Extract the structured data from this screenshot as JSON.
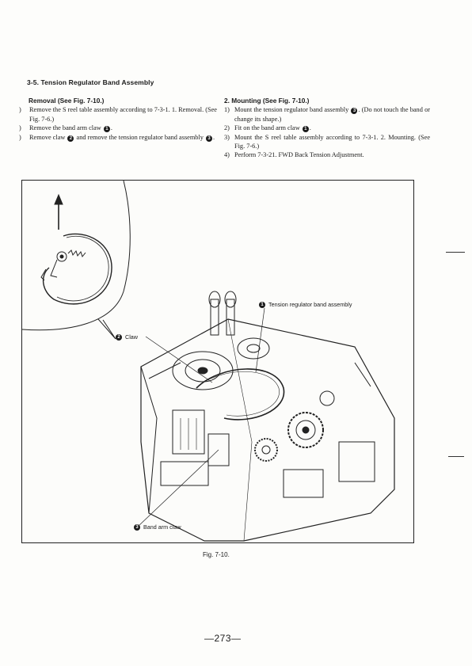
{
  "section": {
    "title": "3-5.  Tension Regulator Band Assembly"
  },
  "removal": {
    "heading": "Removal (See Fig. 7-10.)",
    "steps": [
      {
        "num": ")",
        "text": "Remove the S reel table assembly according to 7-3-1. 1. Removal. (See Fig. 7-6.)"
      },
      {
        "num": ")",
        "text": "Remove the band arm claw"
      },
      {
        "num": ")",
        "text_a": "Remove claw",
        "text_b": "and remove the tension regulator band assembly"
      }
    ]
  },
  "mounting": {
    "heading": "2.  Mounting (See Fig. 7-10.)",
    "steps": [
      {
        "num": "1)",
        "text_a": "Mount the tension regulator band assembly",
        "text_b": "(Do not touch the band or change its shape.)"
      },
      {
        "num": "2)",
        "text": "Fit on the band arm claw"
      },
      {
        "num": "3)",
        "text": "Mount the S reel table assembly according to 7-3-1. 2. Mounting. (See Fig. 7-6.)"
      },
      {
        "num": "4)",
        "text": "Perform 7-3-21. FWD Back Tension Adjustment."
      }
    ]
  },
  "markers": {
    "one": "1",
    "two": "2",
    "three": "3"
  },
  "callouts": {
    "tension_band": "Tension regulator band assembly",
    "claw": "Claw",
    "band_arm_claw": "Band arm claw"
  },
  "figure": {
    "caption": "Fig. 7-10."
  },
  "page": {
    "number": "—273—"
  }
}
